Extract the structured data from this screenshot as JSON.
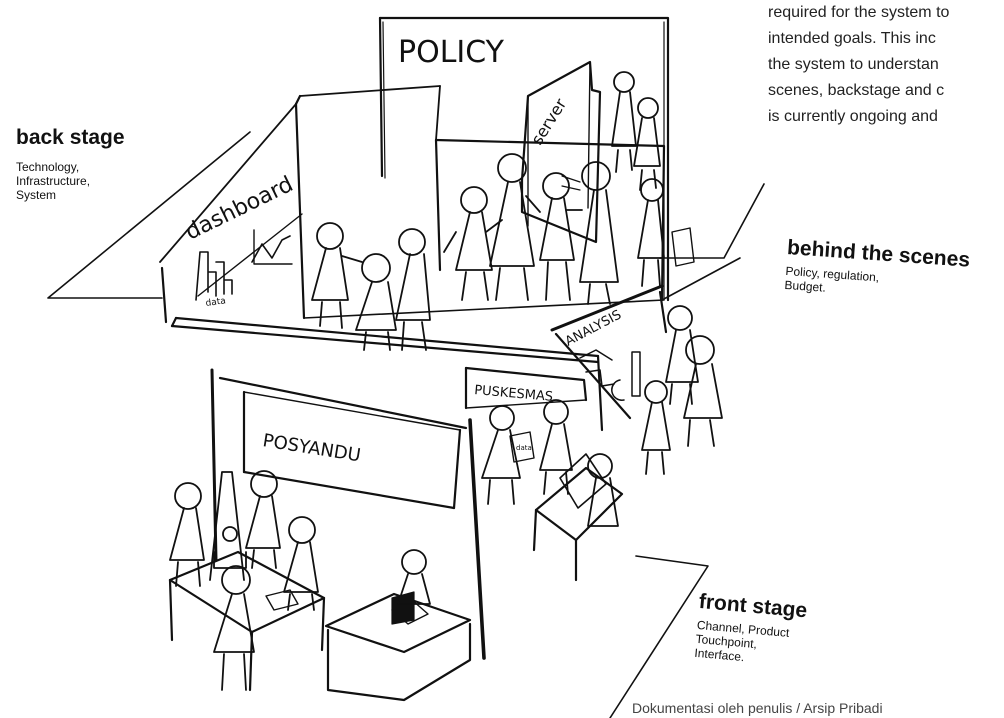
{
  "paragraph_lines": [
    "required for the system to",
    "intended goals. This inc",
    "the system to understan",
    "scenes, backstage and c",
    "is currently ongoing and"
  ],
  "zones": {
    "back_stage": {
      "title": "back stage",
      "subtitle_lines": [
        "Technology,",
        "Infrastructure,",
        "System"
      ]
    },
    "behind_the_scenes": {
      "title": "behind the scenes",
      "subtitle_lines": [
        "Policy, regulation,",
        "Budget."
      ]
    },
    "front_stage": {
      "title": "front stage",
      "subtitle_lines": [
        "Channel, Product",
        "Touchpoint,",
        "Interface."
      ]
    }
  },
  "sketch_labels": {
    "policy": "POLICY",
    "server": "server",
    "dashboard": "dashboard",
    "data": "data",
    "analysis": "ANALYSIS",
    "puskesmas": "PUSKESMAS",
    "posyandu": "POSYANDU",
    "date": "data"
  },
  "caption": "Dokumentasi oleh penulis / Arsip Pribadi",
  "colors": {
    "ink": "#111111",
    "text": "#222222"
  }
}
